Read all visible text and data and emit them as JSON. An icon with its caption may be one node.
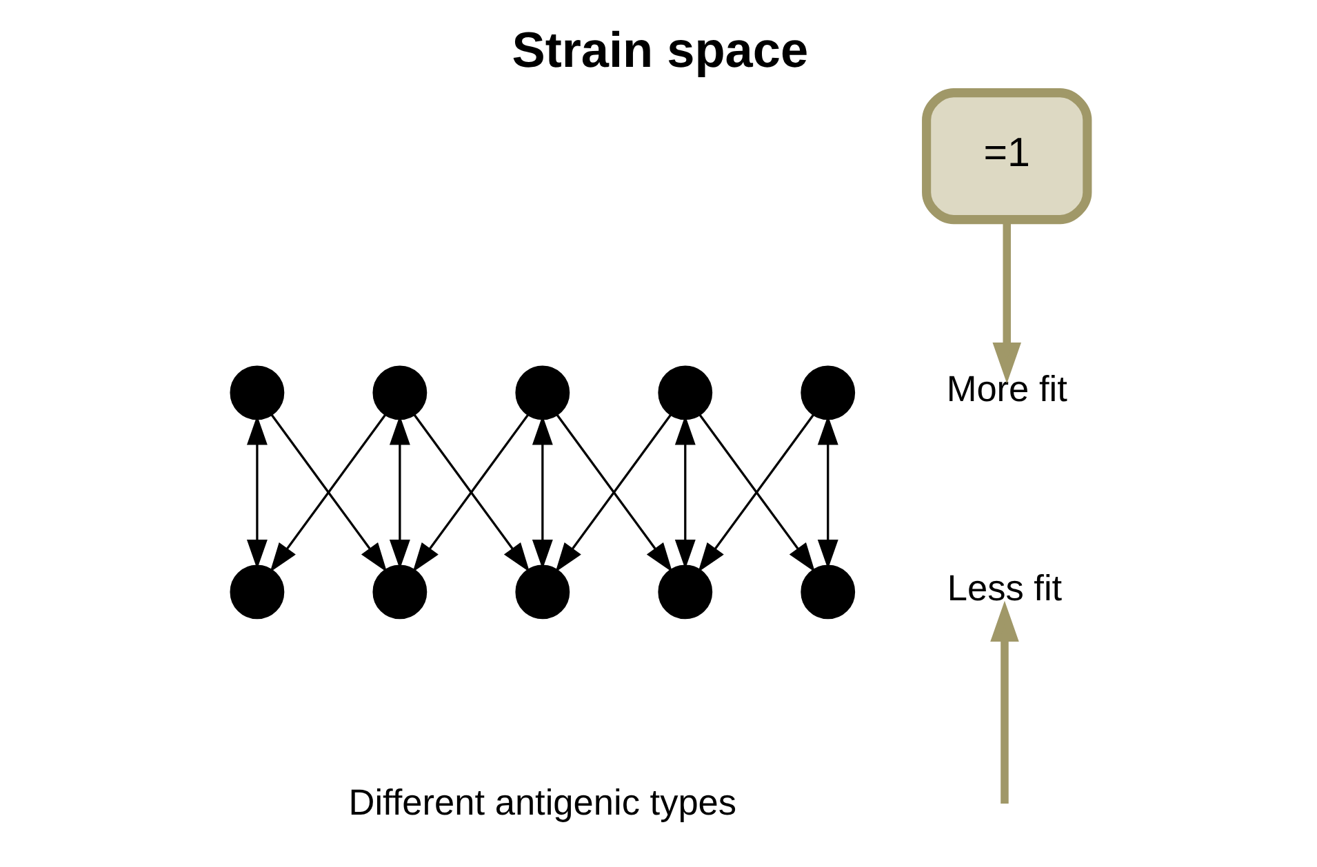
{
  "diagram": {
    "title": "Strain space",
    "nodes": [
      {
        "text": [
          "=1"
        ]
      },
      {
        "text": [],
        "shape": "circle"
      },
      {
        "text": [],
        "shape": "circle"
      },
      {
        "text": [],
        "shape": "circle"
      },
      {
        "text": [],
        "shape": "circle"
      },
      {
        "text": [],
        "shape": "circle"
      },
      {
        "text": [
          "More fit"
        ]
      },
      {
        "text": [],
        "shape": "circle"
      },
      {
        "text": [],
        "shape": "circle"
      },
      {
        "text": [],
        "shape": "circle"
      },
      {
        "text": [],
        "shape": "circle"
      },
      {
        "text": [],
        "shape": "circle"
      },
      {
        "text": [
          "Less fit"
        ]
      }
    ],
    "edges": [
      {
        "from": 0,
        "to": 6,
        "arrow": "to",
        "style": "thick",
        "color": "#a09868"
      },
      {
        "from": 1,
        "to": 7,
        "arrow": "both"
      },
      {
        "from": 1,
        "to": 8,
        "arrow": "to"
      },
      {
        "from": 2,
        "to": 7,
        "arrow": "to"
      },
      {
        "from": 2,
        "to": 8,
        "arrow": "both"
      },
      {
        "from": 2,
        "to": 9,
        "arrow": "to"
      },
      {
        "from": 3,
        "to": 8,
        "arrow": "to"
      },
      {
        "from": 3,
        "to": 9,
        "arrow": "both"
      },
      {
        "from": 3,
        "to": 10,
        "arrow": "to"
      },
      {
        "from": 4,
        "to": 9,
        "arrow": "to"
      },
      {
        "from": 4,
        "to": 10,
        "arrow": "both"
      },
      {
        "from": 4,
        "to": 11,
        "arrow": "to"
      },
      {
        "from": 5,
        "to": 10,
        "arrow": "to"
      },
      {
        "from": 5,
        "to": 11,
        "arrow": "both"
      },
      {
        "from": null,
        "to": 12,
        "arrow": "to",
        "style": "thick",
        "color": "#a09868"
      }
    ],
    "labels": [
      "Different antigenic types"
    ]
  }
}
